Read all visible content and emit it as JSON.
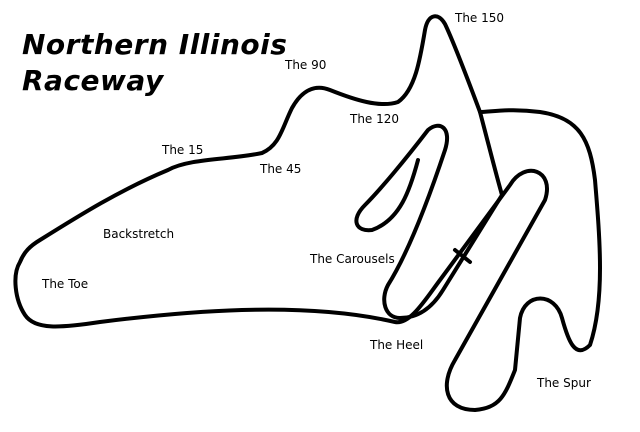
{
  "map": {
    "title_line1": "Northern Illinois",
    "title_line2": "Raceway",
    "track_color": "#000000",
    "background_color": "#ffffff",
    "labels": {
      "the_150": "The 150",
      "the_90": "The 90",
      "the_120": "The 120",
      "the_15": "The 15",
      "the_45": "The 45",
      "backstretch": "Backstretch",
      "the_carousels": "The Carousels",
      "the_toe": "The Toe",
      "the_heel": "The Heel",
      "the_spur": "The Spur"
    }
  }
}
